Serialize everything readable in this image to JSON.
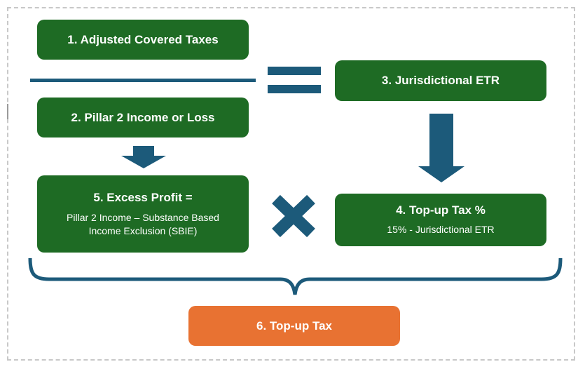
{
  "boxes": {
    "b1": {
      "title": "1. Adjusted Covered Taxes"
    },
    "b2": {
      "title": "2. Pillar 2 Income or Loss"
    },
    "b3": {
      "title": "3. Jurisdictional ETR"
    },
    "b4": {
      "title": "4. Top-up Tax %",
      "subtitle": "15% - Jurisdictional ETR"
    },
    "b5": {
      "title": "5. Excess Profit =",
      "subtitle_line1": "Pillar 2 Income – Substance Based",
      "subtitle_line2": "Income Exclusion (SBIE)"
    },
    "b6": {
      "title": "6. Top-up Tax"
    }
  },
  "colors": {
    "box_green": "#1e6b24",
    "box_orange": "#e87232",
    "connector_blue": "#1c5a7a"
  },
  "icons": {
    "equals": "equals-icon",
    "multiply": "multiply-icon",
    "arrow": "arrow-down-icon",
    "brace": "brace-icon"
  }
}
